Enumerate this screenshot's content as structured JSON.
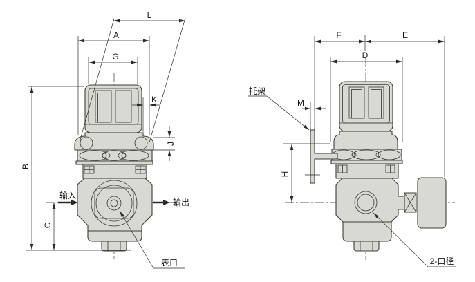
{
  "document": {
    "type": "technical-dimension-drawing",
    "subject": "pneumatic pressure regulator, front and side views"
  },
  "colors": {
    "background": "#ffffff",
    "body_fill": "#d9d9d3",
    "outline": "#3c3c3a",
    "dimension": "#2a2a28",
    "text": "#1a1a1a"
  },
  "front_view": {
    "dims": {
      "L": "L",
      "A": "A",
      "G": "G",
      "K": "K",
      "J": "J",
      "B": "B",
      "C": "C"
    },
    "inlet_label": "输入",
    "outlet_label": "输出",
    "gauge_port_label": "表口"
  },
  "side_view": {
    "dims": {
      "F": "F",
      "E": "E",
      "D": "D",
      "M": "M",
      "H": "H"
    },
    "bracket_label": "托架",
    "port_size_label": "2-口径"
  }
}
